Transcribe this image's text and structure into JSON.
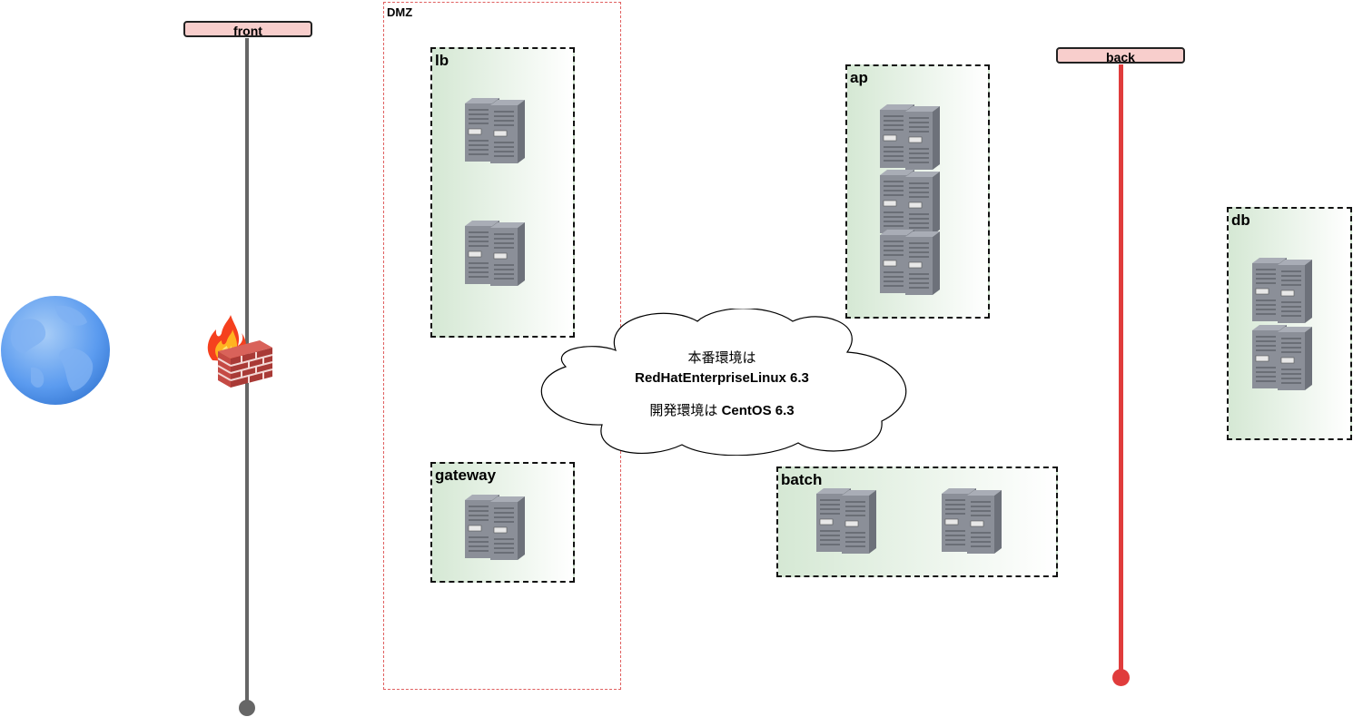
{
  "networks": {
    "front": {
      "label": "front",
      "color": "#666666"
    },
    "back": {
      "label": "back",
      "color": "#e03c3c"
    }
  },
  "zones": {
    "dmz": {
      "label": "DMZ",
      "border_color": "#e06060"
    }
  },
  "groups": {
    "lb": {
      "label": "lb",
      "server_count": 2
    },
    "gateway": {
      "label": "gateway",
      "server_count": 1
    },
    "ap": {
      "label": "ap",
      "server_count": 3
    },
    "batch": {
      "label": "batch",
      "server_count": 2
    },
    "db": {
      "label": "db",
      "server_count": 2
    }
  },
  "note": {
    "line1": "本番環境は",
    "line2": "RedHatEnterpriseLinux 6.3",
    "line3_prefix": "開発環境は",
    "line3_suffix": " CentOS 6.3"
  },
  "icons": {
    "internet": "globe-icon",
    "firewall": "firewall-icon",
    "server": "server-rack-icon"
  }
}
